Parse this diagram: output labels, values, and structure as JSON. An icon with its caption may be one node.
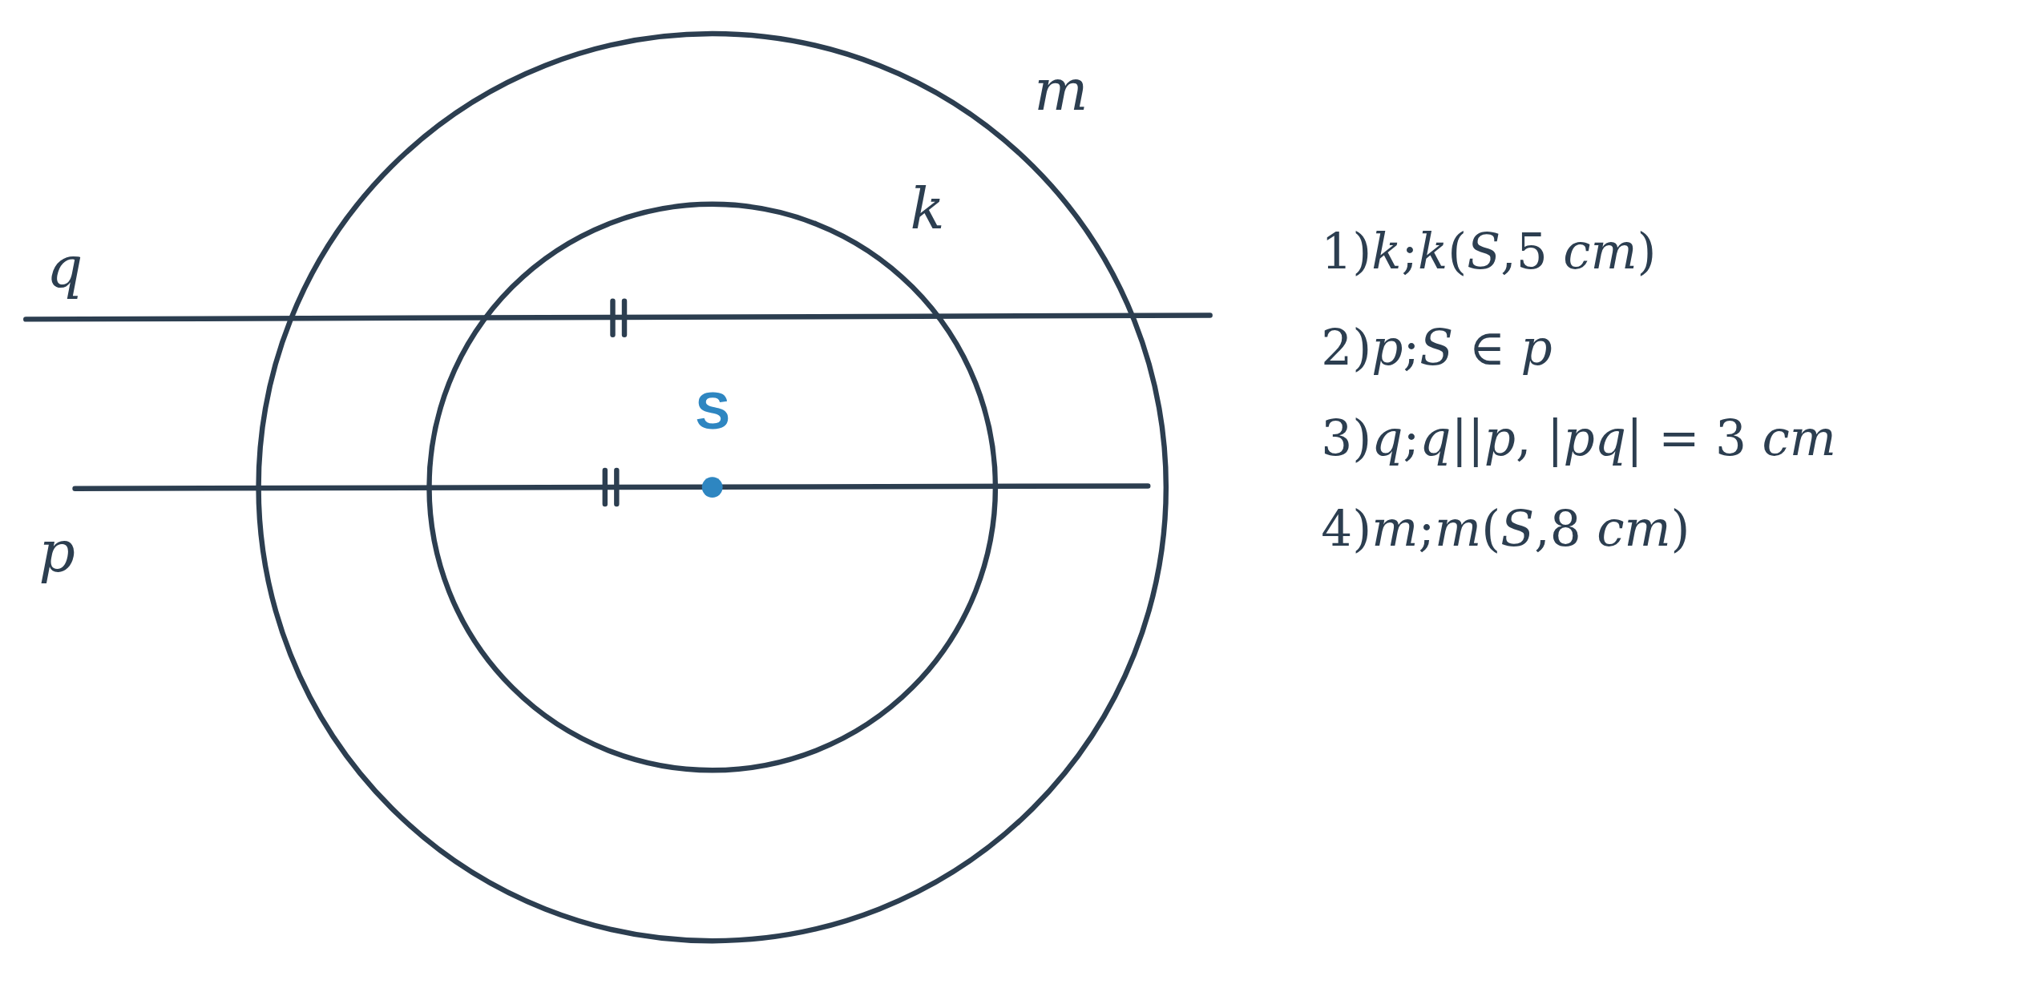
{
  "diagram": {
    "labels": [
      "m",
      "k",
      "q",
      "S",
      "p",
      "1)*k*;*k*(*S*,5 *cm*)",
      "2)*p*;*S* ∈ *p*",
      "3)*q*;*q*||*p*, |*pq*| = 3 *cm*",
      "4)*m*;*m*(*S*,8 *cm*)"
    ]
  }
}
